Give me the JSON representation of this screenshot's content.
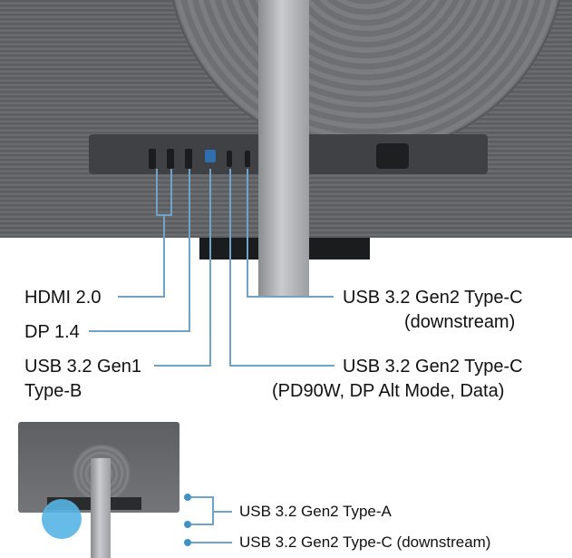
{
  "labels": {
    "hdmi": "HDMI 2.0",
    "dp": "DP 1.4",
    "usb_b_line1": "USB 3.2 Gen1",
    "usb_b_line2": "Type-B",
    "usbc_down_line1": "USB 3.2 Gen2 Type-C",
    "usbc_down_line2": "(downstream)",
    "usbc_pd_line1": "USB 3.2 Gen2 Type-C",
    "usbc_pd_line2": "(PD90W, DP Alt Mode, Data)",
    "side_usba": "USB 3.2 Gen2 Type-A",
    "side_usbc": "USB 3.2 Gen2 Type-C (downstream)"
  },
  "colors": {
    "callout_line": "#6fa3c8",
    "highlight": "#57b4e4"
  },
  "icons": [
    "power-socket-icon",
    "hdmi-port-icon",
    "displayport-icon",
    "usb-b-port-icon",
    "usb-c-port-icon",
    "usb-a-port-icon"
  ]
}
